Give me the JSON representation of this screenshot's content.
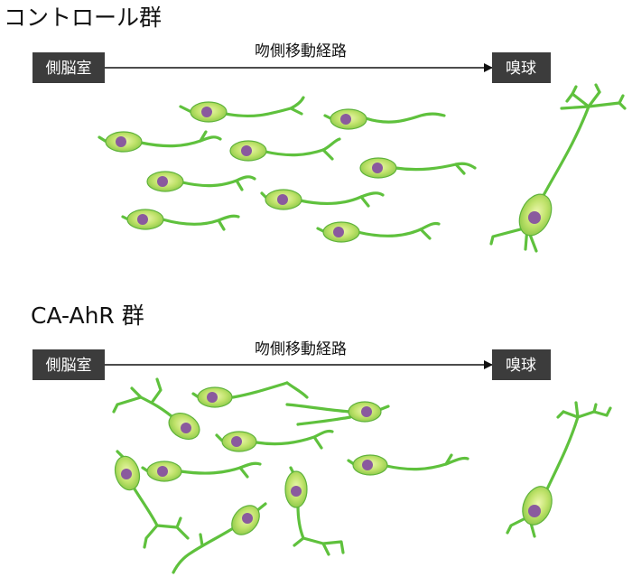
{
  "panels": [
    {
      "title": "コントロール群",
      "left_box": "側脳室",
      "route_label": "吻側移動経路",
      "right_box": "嗅球"
    },
    {
      "title": "CA-AhR 群",
      "left_box": "側脳室",
      "route_label": "吻側移動経路",
      "right_box": "嗅球"
    }
  ],
  "colors": {
    "box_fill": "#3c3c3c",
    "box_text": "#ffffff",
    "cell_body_light": "#e4f29a",
    "cell_body_dark": "#8ccc4a",
    "cell_process": "#5fc13d",
    "nucleus": "#8a5a9e",
    "arrow": "#111111"
  },
  "cell_icons": [
    "migrating-neuron-icon",
    "mature-neuron-icon"
  ]
}
